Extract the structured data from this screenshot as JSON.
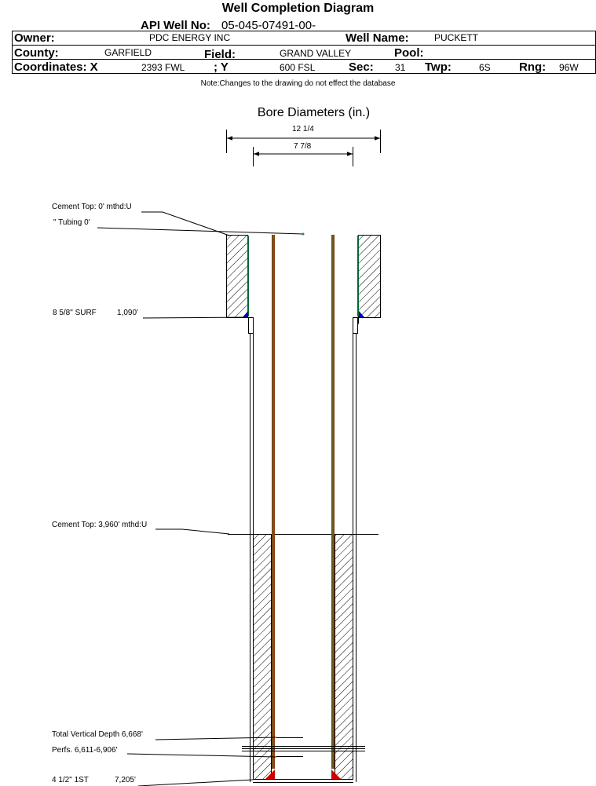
{
  "title": "Well Completion Diagram",
  "header": {
    "api_label": "API Well No:",
    "api_value": "05-045-07491-00-",
    "owner_label": "Owner:",
    "owner_value": "PDC ENERGY INC",
    "well_name_label": "Well Name:",
    "well_name_value": "PUCKETT",
    "county_label": "County:",
    "county_value": "GARFIELD",
    "field_label": "Field:",
    "field_value": "GRAND VALLEY",
    "pool_label": "Pool:",
    "pool_value": "",
    "coord_x_label": "Coordinates: X",
    "coord_x_value": "2393 FWL",
    "coord_y_label": "; Y",
    "coord_y_value": "600 FSL",
    "sec_label": "Sec:",
    "sec_value": "31",
    "twp_label": "Twp:",
    "twp_value": "6S",
    "rng_label": "Rng:",
    "rng_value": "96W"
  },
  "note": "Note:Changes to the drawing do not effect the database",
  "diagram": {
    "subtitle": "Bore Diameters (in.)",
    "bore_outer": "12 1/4",
    "bore_inner": "7 7/8",
    "labels": {
      "cement_top_1": "Cement Top: 0' mthd:U",
      "tubing": "\" Tubing 0'",
      "surface_casing_name": "8 5/8\" SURF",
      "surface_casing_depth": "1,090'",
      "cement_top_2": "Cement Top: 3,960' mthd:U",
      "tvd": "Total Vertical Depth 6,668'",
      "perfs": "Perfs. 6,611-6,906'",
      "production_casing_name": "4 1/2\" 1ST",
      "production_casing_depth": "7,205'"
    },
    "colors": {
      "tubing": "#8b3a0f",
      "cement_seal": "#0000cc",
      "casing_liner": "#006633",
      "shoe": "#cc0000"
    }
  }
}
